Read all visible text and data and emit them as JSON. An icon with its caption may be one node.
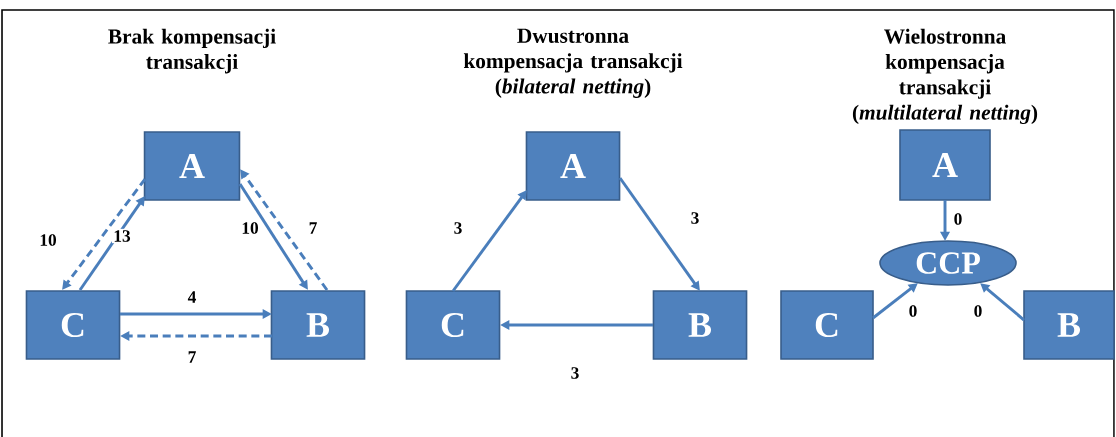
{
  "diagram": {
    "nodes": [
      {
        "text": [
          "A"
        ]
      },
      {
        "text": [
          "C"
        ]
      },
      {
        "text": [
          "B"
        ]
      },
      {
        "text": [
          "A"
        ]
      },
      {
        "text": [
          "C"
        ]
      },
      {
        "text": [
          "B"
        ]
      },
      {
        "text": [
          "A"
        ]
      },
      {
        "text": [
          "CCP"
        ]
      },
      {
        "text": [
          "C"
        ]
      },
      {
        "text": [
          "B"
        ]
      }
    ],
    "edges": [
      {
        "from": 1,
        "to": 0,
        "arrow": "to",
        "label": "13"
      },
      {
        "from": 0,
        "to": 1,
        "arrow": "to",
        "label": "10",
        "style": "dashed"
      },
      {
        "from": 0,
        "to": 2,
        "arrow": "to",
        "label": "10"
      },
      {
        "from": 2,
        "to": 0,
        "arrow": "to",
        "label": "7",
        "style": "dashed"
      },
      {
        "from": 1,
        "to": 2,
        "arrow": "to",
        "label": "4"
      },
      {
        "from": 2,
        "to": 1,
        "arrow": "to",
        "label": "7",
        "style": "dashed"
      },
      {
        "from": 4,
        "to": 3,
        "arrow": "to",
        "label": "3"
      },
      {
        "from": 3,
        "to": 5,
        "arrow": "to",
        "label": "3"
      },
      {
        "from": 5,
        "to": 4,
        "arrow": "to",
        "label": "3"
      },
      {
        "from": 6,
        "to": 7,
        "arrow": "to",
        "label": "0"
      },
      {
        "from": 8,
        "to": 7,
        "arrow": "to",
        "label": "0"
      },
      {
        "from": 9,
        "to": 7,
        "arrow": "to",
        "label": "0"
      }
    ],
    "labels": [
      "Brak kompensacji transakcji",
      "Dwustronna kompensacja transakcji (*bilateral netting*)",
      "Wielostronna kompensacja transakcji (*multilateral netting*)"
    ]
  }
}
